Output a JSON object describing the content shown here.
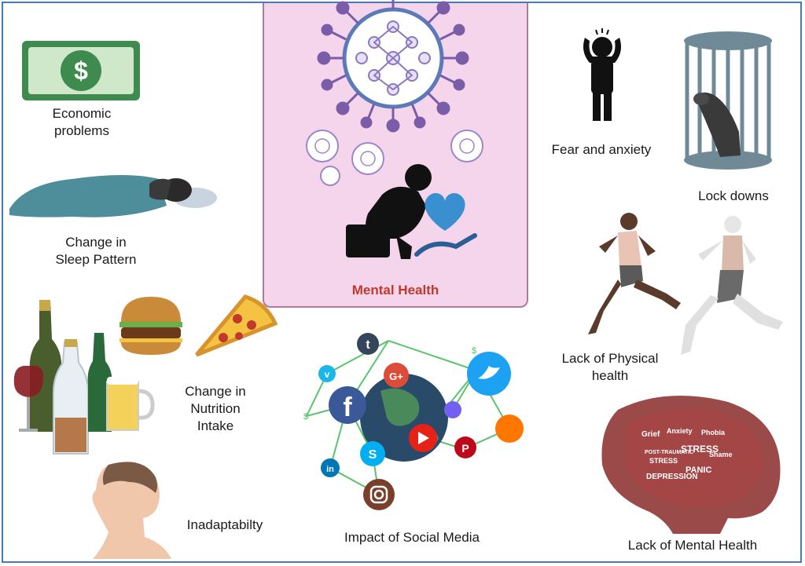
{
  "center": {
    "title": "Mental Health"
  },
  "factors": {
    "economic": "Economic problems",
    "economic_l1": "Economic",
    "economic_l2": "problems",
    "sleep_l1": "Change in",
    "sleep_l2": "Sleep Pattern",
    "nutrition_l1": "Change in",
    "nutrition_l2": "Nutrition",
    "nutrition_l3": "Intake",
    "inadapt": "Inadaptabilty",
    "social": "Impact of Social Media",
    "fear": "Fear and anxiety",
    "lock": "Lock downs",
    "physical_l1": "Lack of Physical",
    "physical_l2": "health",
    "mental": "Lack of Mental Health"
  },
  "money_symbol": "$",
  "word_cloud": [
    "Grief",
    "Anxiety",
    "Phobia",
    "POST-TRAUMATIC",
    "STRESS",
    "STRESS",
    "Shame",
    "DEPRESSION",
    "PANIC"
  ],
  "social_icons": [
    "f",
    "t",
    "G+",
    "in",
    "S",
    "P",
    "V",
    "$"
  ],
  "colors": {
    "accent": "#c0392b",
    "panel": "#f5d5ec",
    "virus": "#7b5ca8",
    "border": "#4a78b5",
    "money": "#3f8b4f",
    "heart": "#3a8fd0"
  },
  "icons": [
    "money-icon",
    "sleeping-person-icon",
    "bottles-icon",
    "burger-icon",
    "pizza-icon",
    "head-icon",
    "social-network-icon",
    "virus-icon",
    "sad-person-icon",
    "heart-hand-icon",
    "fear-person-icon",
    "cage-icon",
    "runners-icon",
    "brain-words-icon"
  ]
}
